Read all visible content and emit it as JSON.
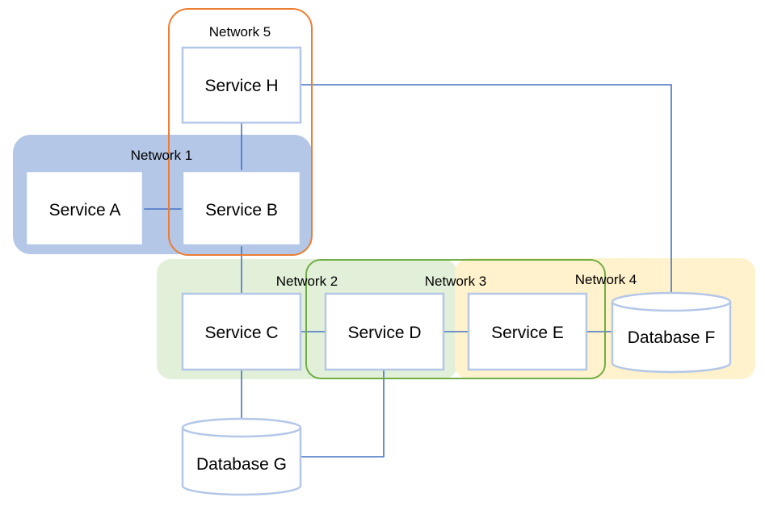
{
  "colors": {
    "network1_fill": "#b4c7e7",
    "network2_fill": "#e2f0d9",
    "network4_fill": "#fff2cc",
    "network3_border": "#70ad47",
    "network5_border": "#ed7d31",
    "node_border": "#b4c7e7",
    "edge": "#4472c4"
  },
  "networks": {
    "n1": "Network 1",
    "n2": "Network 2",
    "n3": "Network 3",
    "n4": "Network 4",
    "n5": "Network 5"
  },
  "services": {
    "a": "Service A",
    "b": "Service B",
    "c": "Service C",
    "d": "Service D",
    "e": "Service E",
    "h": "Service H"
  },
  "databases": {
    "f": "Database F",
    "g": "Database G"
  }
}
